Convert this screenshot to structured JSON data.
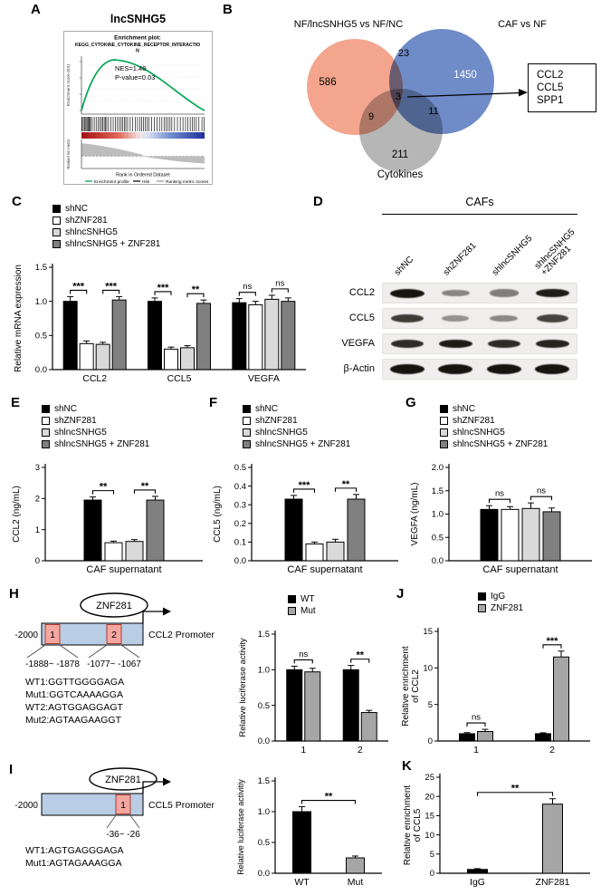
{
  "labels": {
    "A": "A",
    "B": "B",
    "C": "C",
    "D": "D",
    "E": "E",
    "F": "F",
    "G": "G",
    "H": "H",
    "I": "I",
    "J": "J",
    "K": "K"
  },
  "panelA": {
    "title": "lncSNHG5",
    "plot_header": "Enrichment plot:",
    "plot_gene_set_line1": "KEGG_CYTOKINE_CYTOKINE_RECEPTOR_INTERACTIO",
    "plot_gene_set_line2": "N",
    "nes": "NES=1.48",
    "pvalue": "P-value=0.03",
    "es_axis_label": "Enrichment score (ES)",
    "rank_axis_label": "Ranked list metric",
    "xlabel": "Rank in Ordered Dataset",
    "legend_items": [
      "Enrichment profile",
      "Hits",
      "Ranking metric scores"
    ]
  },
  "panelB": {
    "set1_label": "NF/lncSNHG5 vs NF/NC",
    "set2_label": "CAF vs NF",
    "set3_label": "Cytokines",
    "set1_color": "#F29B82",
    "set2_color": "#5F7FC2",
    "set3_color": "#A9A9A9",
    "n_set1_only": "586",
    "n_set1_set2": "23",
    "n_set2_only": "1450",
    "n_center": "3",
    "n_set1_set3": "9",
    "n_set2_set3": "11",
    "n_set3_only": "211",
    "genes": [
      "CCL2",
      "CCL5",
      "SPP1"
    ]
  },
  "panelD": {
    "title": "CAFs",
    "lanes": [
      "shNC",
      "shZNF281",
      "shlncSNHG5",
      "shlncSNHG5\n+ZNF281"
    ],
    "rows": [
      {
        "name": "CCL2",
        "bands": [
          1.0,
          0.3,
          0.35,
          0.95
        ]
      },
      {
        "name": "CCL5",
        "bands": [
          0.75,
          0.22,
          0.28,
          0.7
        ]
      },
      {
        "name": "VEGFA",
        "bands": [
          0.85,
          0.95,
          0.85,
          0.9
        ]
      },
      {
        "name": "β-Actin",
        "bands": [
          1,
          1,
          1,
          1
        ]
      }
    ]
  },
  "panelH_schematic": {
    "tf": "ZNF281",
    "upstream": "-2000",
    "promoter_label": "CCL2 Promoter",
    "bar_color": "#b9cde5",
    "site_color": "#f4a7a0",
    "site1": "1",
    "site2": "2",
    "site1_range": "-1888~ -1878",
    "site2_range": "-1077~ -1067",
    "sequences": [
      "WT1:GGTTGGGGAGA",
      "Mut1:GGTCAAAAGGA",
      "WT2:AGTGGAGGAGT",
      "Mut2:AGTAAGAAGGT"
    ]
  },
  "panelI_schematic": {
    "tf": "ZNF281",
    "upstream": "-2000",
    "promoter_label": "CCL5 Promoter",
    "bar_color": "#b9cde5",
    "site_color": "#f4a7a0",
    "site1": "1",
    "site1_range": "-36~ -26",
    "sequences": [
      "WT1:AGTGAGGGAGA",
      "Mut1:AGTAGAAAGGA"
    ]
  },
  "chart_data": [
    {
      "id": "chart-c",
      "type": "bar",
      "ylabel": "Relative mRNA expression",
      "ylim": [
        0,
        1.5
      ],
      "yticks": [
        0,
        0.5,
        1,
        1.5
      ],
      "categories": [
        "CCL2",
        "CCL5",
        "VEGFA"
      ],
      "series": [
        {
          "name": "shNC",
          "color": "#000000",
          "values": [
            1.0,
            1.0,
            0.98
          ],
          "errors": [
            0.07,
            0.05,
            0.06
          ]
        },
        {
          "name": "shZNF281",
          "color": "#ffffff",
          "values": [
            0.38,
            0.3,
            0.95
          ],
          "errors": [
            0.04,
            0.03,
            0.05
          ]
        },
        {
          "name": "shlncSNHG5",
          "color": "#d9d9d9",
          "values": [
            0.37,
            0.32,
            1.03
          ],
          "errors": [
            0.03,
            0.03,
            0.06
          ]
        },
        {
          "name": "shlncSNHG5 + ZNF281",
          "color": "#808080",
          "values": [
            1.02,
            0.97,
            1.0
          ],
          "errors": [
            0.05,
            0.05,
            0.05
          ]
        }
      ],
      "significance": [
        {
          "a": 0,
          "b": 1,
          "label": "***"
        },
        {
          "a": 2,
          "b": 3,
          "label": "***"
        },
        {
          "a": 4,
          "b": 5,
          "label": "***"
        },
        {
          "a": 6,
          "b": 7,
          "label": "**"
        },
        {
          "a": 8,
          "b": 9,
          "label": "ns"
        },
        {
          "a": 10,
          "b": 11,
          "label": "ns"
        }
      ],
      "legend": true
    },
    {
      "id": "chart-e",
      "type": "bar",
      "ylabel": "CCL2 (ng/mL)",
      "ylim": [
        0,
        3
      ],
      "yticks": [
        0,
        1,
        2,
        3
      ],
      "categories": [
        "CAF supernatant"
      ],
      "series": [
        {
          "name": "shNC",
          "color": "#000000",
          "values": [
            1.95
          ],
          "errors": [
            0.1
          ]
        },
        {
          "name": "shZNF281",
          "color": "#ffffff",
          "values": [
            0.58
          ],
          "errors": [
            0.05
          ]
        },
        {
          "name": "shlncSNHG5",
          "color": "#d9d9d9",
          "values": [
            0.62
          ],
          "errors": [
            0.06
          ]
        },
        {
          "name": "shlncSNHG5 + ZNF281",
          "color": "#808080",
          "values": [
            1.95
          ],
          "errors": [
            0.12
          ]
        }
      ],
      "significance": [
        {
          "a": 0,
          "b": 1,
          "label": "**"
        },
        {
          "a": 2,
          "b": 3,
          "label": "**"
        }
      ],
      "legend": true
    },
    {
      "id": "chart-f",
      "type": "bar",
      "ylabel": "CCL5 (ng/mL)",
      "ylim": [
        0,
        0.5
      ],
      "yticks": [
        0,
        0.1,
        0.2,
        0.3,
        0.4,
        0.5
      ],
      "categories": [
        "CAF supernatant"
      ],
      "series": [
        {
          "name": "shNC",
          "color": "#000000",
          "values": [
            0.33
          ],
          "errors": [
            0.02
          ]
        },
        {
          "name": "shZNF281",
          "color": "#ffffff",
          "values": [
            0.09
          ],
          "errors": [
            0.01
          ]
        },
        {
          "name": "shlncSNHG5",
          "color": "#d9d9d9",
          "values": [
            0.1
          ],
          "errors": [
            0.015
          ]
        },
        {
          "name": "shlncSNHG5 + ZNF281",
          "color": "#808080",
          "values": [
            0.33
          ],
          "errors": [
            0.025
          ]
        }
      ],
      "significance": [
        {
          "a": 0,
          "b": 1,
          "label": "***"
        },
        {
          "a": 2,
          "b": 3,
          "label": "**"
        }
      ],
      "legend": true
    },
    {
      "id": "chart-g",
      "type": "bar",
      "ylabel": "VEGFA (ng/mL)",
      "ylim": [
        0,
        2
      ],
      "yticks": [
        0,
        0.5,
        1,
        1.5,
        2
      ],
      "categories": [
        "CAF supernatant"
      ],
      "series": [
        {
          "name": "shNC",
          "color": "#000000",
          "values": [
            1.1
          ],
          "errors": [
            0.08
          ]
        },
        {
          "name": "shZNF281",
          "color": "#ffffff",
          "values": [
            1.1
          ],
          "errors": [
            0.06
          ]
        },
        {
          "name": "shlncSNHG5",
          "color": "#d9d9d9",
          "values": [
            1.12
          ],
          "errors": [
            0.12
          ]
        },
        {
          "name": "shlncSNHG5 + ZNF281",
          "color": "#808080",
          "values": [
            1.05
          ],
          "errors": [
            0.08
          ]
        }
      ],
      "significance": [
        {
          "a": 0,
          "b": 1,
          "label": "ns"
        },
        {
          "a": 2,
          "b": 3,
          "label": "ns"
        }
      ],
      "legend": true
    },
    {
      "id": "chart-h",
      "type": "bar",
      "ylabel": "Relative  luciferase  activity",
      "ylim": [
        0,
        1.5
      ],
      "yticks": [
        0,
        0.5,
        1,
        1.5
      ],
      "categories": [
        "1",
        "2"
      ],
      "series": [
        {
          "name": "WT",
          "color": "#000000",
          "values": [
            1.0,
            1.0
          ],
          "errors": [
            0.05,
            0.06
          ]
        },
        {
          "name": "Mut",
          "color": "#a6a6a6",
          "values": [
            0.97,
            0.4
          ],
          "errors": [
            0.05,
            0.03
          ]
        }
      ],
      "significance": [
        {
          "a": 0,
          "b": 1,
          "label": "ns"
        },
        {
          "a": 2,
          "b": 3,
          "label": "**"
        }
      ],
      "legend": true
    },
    {
      "id": "chart-j",
      "type": "bar",
      "ylabel": "Relative enrichment",
      "ylabel2": "of  CCL2",
      "ylim": [
        0,
        15
      ],
      "yticks": [
        0,
        5,
        10,
        15
      ],
      "categories": [
        "1",
        "2"
      ],
      "series": [
        {
          "name": "IgG",
          "color": "#000000",
          "values": [
            1.0,
            1.0
          ],
          "errors": [
            0.15,
            0.12
          ]
        },
        {
          "name": "ZNF281",
          "color": "#a6a6a6",
          "values": [
            1.3,
            11.5
          ],
          "errors": [
            0.3,
            0.8
          ]
        }
      ],
      "significance": [
        {
          "a": 0,
          "b": 1,
          "label": "ns"
        },
        {
          "a": 2,
          "b": 3,
          "label": "***"
        }
      ],
      "legend": true
    },
    {
      "id": "chart-i",
      "type": "bar",
      "ylabel": "Relative  luciferase  activitiy",
      "ylim": [
        0,
        1.5
      ],
      "yticks": [
        0,
        0.5,
        1,
        1.5
      ],
      "categories": [
        "WT",
        "Mut"
      ],
      "series": [
        {
          "name": "",
          "color": [
            "#000000",
            "#a6a6a6"
          ],
          "values": [
            1.0,
            0.25
          ],
          "errors": [
            0.08,
            0.03
          ]
        }
      ],
      "significance": [
        {
          "a": 0,
          "b": 1,
          "label": "**"
        }
      ],
      "legend": false
    },
    {
      "id": "chart-k",
      "type": "bar",
      "ylabel": "Relative enrichment",
      "ylabel2": "of CCL5",
      "ylim": [
        0,
        25
      ],
      "yticks": [
        0,
        5,
        10,
        15,
        20,
        25
      ],
      "categories": [
        "IgG",
        "ZNF281"
      ],
      "series": [
        {
          "name": "",
          "color": [
            "#000000",
            "#a6a6a6"
          ],
          "values": [
            1.0,
            18.0
          ],
          "errors": [
            0.2,
            1.4
          ]
        }
      ],
      "significance": [
        {
          "a": 0,
          "b": 1,
          "label": "**"
        }
      ],
      "legend": false
    }
  ]
}
